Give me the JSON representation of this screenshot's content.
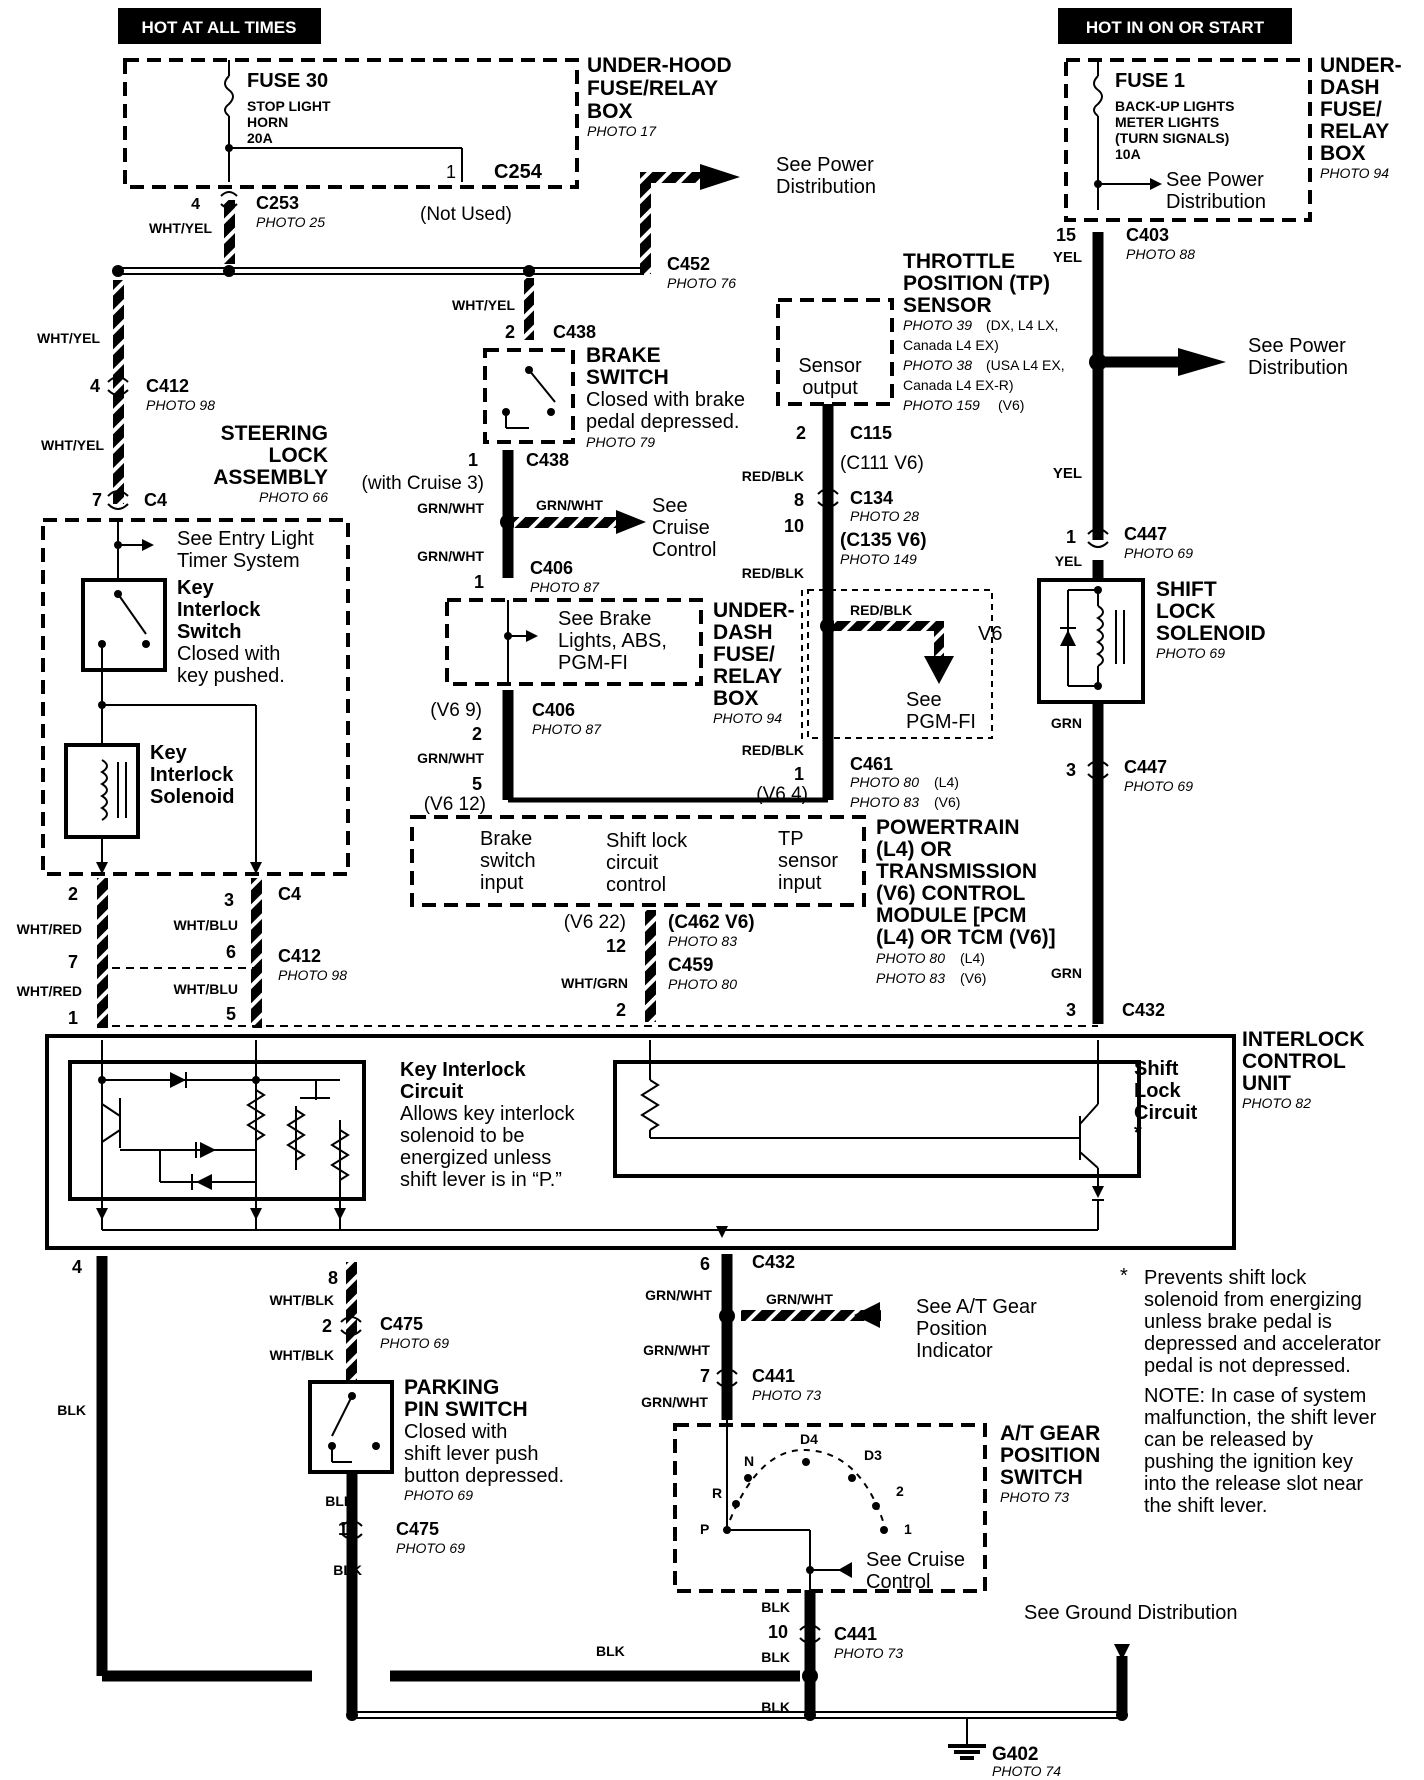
{
  "badges": {
    "hot_all": "HOT AT ALL TIMES",
    "hot_on": "HOT IN ON OR START"
  },
  "fuse30": {
    "name": "FUSE 30",
    "desc1": "STOP LIGHT",
    "desc2": "HORN",
    "rating": "20A"
  },
  "underhood": {
    "l1": "UNDER-HOOD",
    "l2": "FUSE/RELAY",
    "l3": "BOX",
    "photo": "PHOTO 17"
  },
  "fuse1": {
    "name": "FUSE 1",
    "desc1": "BACK-UP LIGHTS",
    "desc2": "METER LIGHTS",
    "desc3": "(TURN SIGNALS)",
    "rating": "10A",
    "see1": "See Power",
    "see2": "Distribution"
  },
  "underdash_top": {
    "l1": "UNDER-",
    "l2": "DASH",
    "l3": "FUSE/",
    "l4": "RELAY",
    "l5": "BOX",
    "photo": "PHOTO 94"
  },
  "c254": {
    "pin": "1",
    "name": "C254",
    "note": "(Not Used)"
  },
  "c253": {
    "pin": "4",
    "name": "C253",
    "photo": "PHOTO 25",
    "wire": "WHT/YEL"
  },
  "power_dist_top": {
    "l1": "See Power",
    "l2": "Distribution"
  },
  "c452": {
    "name": "C452",
    "photo": "PHOTO 76"
  },
  "c403": {
    "pin": "15",
    "wire": "YEL",
    "name": "C403",
    "photo": "PHOTO 88"
  },
  "tp_sensor": {
    "l1": "THROTTLE",
    "l2": "POSITION (TP)",
    "l3": "SENSOR",
    "p1": "PHOTO 39",
    "p1b": "(DX, L4 LX,",
    "p2": "Canada L4 EX)",
    "p3": "PHOTO 38",
    "p3b": "(USA L4 EX,",
    "p4": "Canada L4 EX-R)",
    "p5": "PHOTO 159",
    "p5b": "(V6)",
    "box1": "Sensor",
    "box2": "output"
  },
  "power_dist_right": {
    "l1": "See Power",
    "l2": "Distribution"
  },
  "left_wire": {
    "top": "WHT/YEL",
    "c412pin": "4",
    "c412": "C412",
    "c412photo": "PHOTO 98",
    "mid": "WHT/YEL",
    "c4pin": "7",
    "c4": "C4"
  },
  "steering": {
    "l1": "STEERING",
    "l2": "LOCK",
    "l3": "ASSEMBLY",
    "photo": "PHOTO 66"
  },
  "entry_light": {
    "l1": "See Entry Light",
    "l2": "Timer System"
  },
  "key_switch": {
    "l1": "Key",
    "l2": "Interlock",
    "l3": "Switch",
    "l4": "Closed with",
    "l5": "key pushed."
  },
  "key_solenoid": {
    "l1": "Key",
    "l2": "Interlock",
    "l3": "Solenoid"
  },
  "brake": {
    "wire_top": "WHT/YEL",
    "pin_top": "2",
    "conn_top": "C438",
    "l1": "BRAKE",
    "l2": "SWITCH",
    "l3": "Closed with brake",
    "l4": "pedal depressed.",
    "photo": "PHOTO 79",
    "pin_bot": "1",
    "conn_bot": "C438",
    "cruise_note": "(with Cruise 3)",
    "wire_grn": "GRN/WHT",
    "see_cruise_wire": "GRN/WHT",
    "see1": "See",
    "see2": "Cruise",
    "see3": "Control"
  },
  "c406a": {
    "wire": "GRN/WHT",
    "pin": "1",
    "name": "C406",
    "photo": "PHOTO 87"
  },
  "brake_lights": {
    "l1": "See Brake",
    "l2": "Lights, ABS,",
    "l3": "PGM-FI"
  },
  "c406b": {
    "v6": "(V6 9)",
    "pin": "2",
    "name": "C406",
    "photo": "PHOTO 87",
    "wire": "GRN/WHT",
    "pin5": "5",
    "v612": "(V6 12)"
  },
  "underdash_mid": {
    "l1": "UNDER-",
    "l2": "DASH",
    "l3": "FUSE/",
    "l4": "RELAY",
    "l5": "BOX",
    "photo": "PHOTO 94"
  },
  "tp_wiring": {
    "pin2": "2",
    "c115": "C115",
    "c111": "(C111 V6)",
    "wire1": "RED/BLK",
    "pin8": "8",
    "pin10": "10",
    "c134": "C134",
    "c134photo": "PHOTO 28",
    "c135": "(C135 V6)",
    "c135photo": "PHOTO 149",
    "wire2": "RED/BLK",
    "wire3": "RED/BLK",
    "v6": "V6",
    "see1": "See",
    "see2": "PGM-FI",
    "wire4": "RED/BLK",
    "pin1": "1",
    "v64": "(V6 4)",
    "c461": "C461",
    "c461p1": "PHOTO 80",
    "c461p1b": "(L4)",
    "c461p2": "PHOTO 83",
    "c461p2b": "(V6)"
  },
  "pcm": {
    "in1a": "Brake",
    "in1b": "switch",
    "in1c": "input",
    "in2a": "Shift lock",
    "in2b": "circuit",
    "in2c": "control",
    "in3a": "TP",
    "in3b": "sensor",
    "in3c": "input",
    "t1": "POWERTRAIN",
    "t2": "(L4) OR",
    "t3": "TRANSMISSION",
    "t4": "(V6) CONTROL",
    "t5": "MODULE [PCM",
    "t6": "(L4) OR TCM (V6)]",
    "p1": "PHOTO 80",
    "p1b": "(L4)",
    "p2": "PHOTO 83",
    "p2b": "(V6)"
  },
  "c462": {
    "v6": "(V6 22)",
    "name": "(C462 V6)",
    "photo": "PHOTO 83",
    "pin12": "12",
    "c459": "C459",
    "c459photo": "PHOTO 80",
    "wire": "WHT/GRN",
    "pin2": "2"
  },
  "shift_solenoid": {
    "pin1": "1",
    "c447a": "C447",
    "c447aphoto": "PHOTO 69",
    "wire_yel": "YEL",
    "wire_yel2": "YEL",
    "l1": "SHIFT",
    "l2": "LOCK",
    "l3": "SOLENOID",
    "photo": "PHOTO 69",
    "wire_grn": "GRN",
    "pin3": "3",
    "c447b": "C447",
    "c447bphoto": "PHOTO 69",
    "wire_grn2": "GRN"
  },
  "lower_left": {
    "pin2": "2",
    "c4": "C4",
    "pin3": "3",
    "wire_red": "WHT/RED",
    "wire_blu": "WHT/BLU",
    "pin7": "7",
    "pin6": "6",
    "c412": "C412",
    "c412photo": "PHOTO 98",
    "wire_red2": "WHT/RED",
    "wire_blu2": "WHT/BLU",
    "pin1": "1",
    "pin5": "5"
  },
  "c432": {
    "pin3": "3",
    "name": "C432"
  },
  "icu": {
    "t1": "INTERLOCK",
    "t2": "CONTROL",
    "t3": "UNIT",
    "photo": "PHOTO 82",
    "kic1": "Key Interlock",
    "kic2": "Circuit",
    "kic3": "Allows key interlock",
    "kic4": "solenoid to be",
    "kic5": "energized unless",
    "kic6": "shift lever is in “P.”",
    "slc1": "Shift",
    "slc2": "Lock",
    "slc3": "Circuit",
    "slc4": "*"
  },
  "note": {
    "star": "*",
    "a1": "Prevents shift lock",
    "a2": "solenoid from energizing",
    "a3": "unless brake pedal is",
    "a4": "depressed and accelerator",
    "a5": "pedal is not depressed.",
    "b1": "NOTE: In case of system",
    "b2": "malfunction, the shift lever",
    "b3": "can be released by",
    "b4": "pushing the ignition key",
    "b5": "into the release slot near",
    "b6": "the shift lever."
  },
  "bottom": {
    "pin4": "4",
    "blk_left": "BLK",
    "pin8": "8",
    "wht_blk": "WHT/BLK",
    "pin2": "2",
    "c475a": "C475",
    "c475aphoto": "PHOTO 69",
    "wht_blk2": "WHT/BLK",
    "pps1": "PARKING",
    "pps2": "PIN SWITCH",
    "pps3": "Closed with",
    "pps4": "shift lever push",
    "pps5": "button depressed.",
    "ppsphoto": "PHOTO 69",
    "blk1": "BLK",
    "pin1": "1",
    "c475b": "C475",
    "c475bphoto": "PHOTO 69",
    "blk2": "BLK",
    "blk_mid": "BLK"
  },
  "c432b": {
    "pin6": "6",
    "name": "C432",
    "wire": "GRN/WHT",
    "wire_side": "GRN/WHT",
    "see1": "See A/T Gear",
    "see2": "Position",
    "see3": "Indicator",
    "wire2": "GRN/WHT",
    "pin7": "7",
    "c441": "C441",
    "c441photo": "PHOTO 73",
    "wire3": "GRN/WHT"
  },
  "atgear": {
    "t1": "A/T GEAR",
    "t2": "POSITION",
    "t3": "SWITCH",
    "photo": "PHOTO 73",
    "n": "N",
    "d4": "D4",
    "d3": "D3",
    "r": "R",
    "p": "P",
    "two": "2",
    "one": "1",
    "see1": "See Cruise",
    "see2": "Control"
  },
  "ground": {
    "blk1": "BLK",
    "pin10": "10",
    "c441": "C441",
    "photo": "PHOTO 73",
    "blk2": "BLK",
    "blk3": "BLK",
    "see": "See Ground Distribution",
    "g402": "G402",
    "g402photo": "PHOTO 74"
  }
}
